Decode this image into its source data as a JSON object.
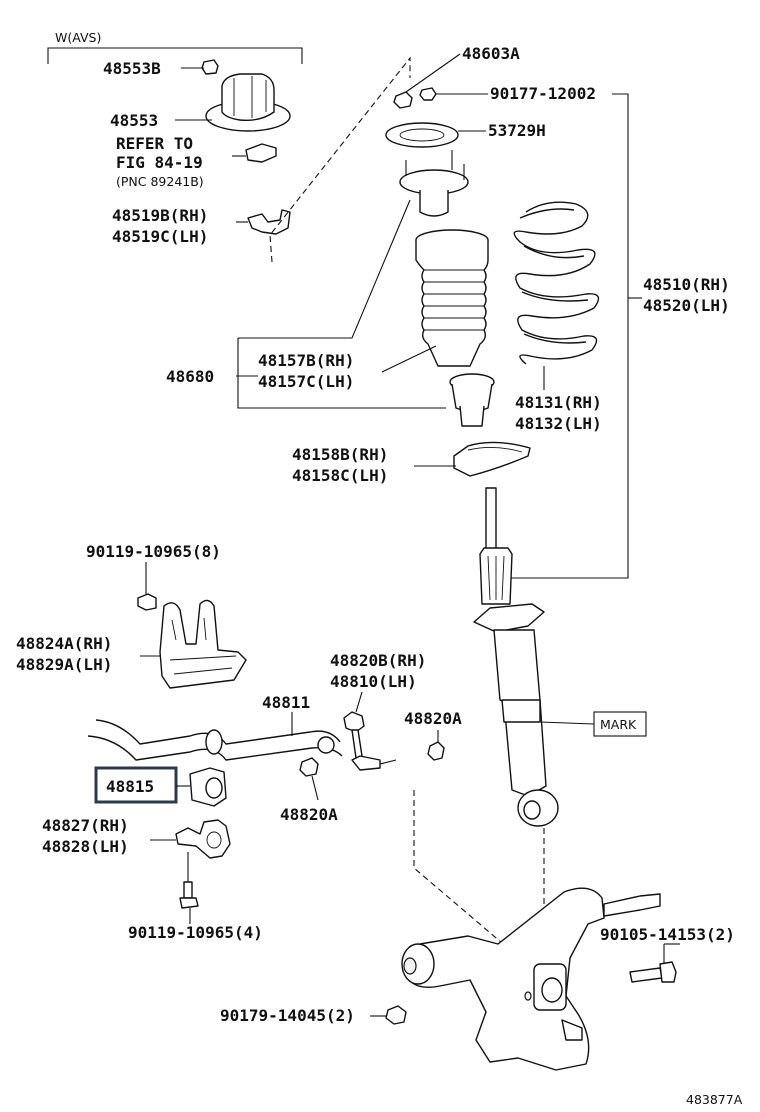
{
  "diagram_id": "483877A",
  "group_label": "W(AVS)",
  "labels": {
    "l48553B": "48553B",
    "l48553": "48553",
    "refer1": "REFER TO",
    "refer2": "FIG 84-19",
    "refer3": "(PNC 89241B)",
    "l48519B": "48519B(RH)",
    "l48519C": "48519C(LH)",
    "l48603A": "48603A",
    "l90177": "90177-12002",
    "l53729H": "53729H",
    "l48510": "48510(RH)",
    "l48520": "48520(LH)",
    "l48680": "48680",
    "l48157B": "48157B(RH)",
    "l48157C": "48157C(LH)",
    "l48131": "48131(RH)",
    "l48132": "48132(LH)",
    "l48158B": "48158B(RH)",
    "l48158C": "48158C(LH)",
    "l90119_8": "90119-10965(8)",
    "l48824A": "48824A(RH)",
    "l48829A": "48829A(LH)",
    "l48820B": "48820B(RH)",
    "l48810": "48810(LH)",
    "l48811": "48811",
    "l48820A_top": "48820A",
    "l48815": "48815",
    "l48820A_bot": "48820A",
    "mark": "MARK",
    "l48827": "48827(RH)",
    "l48828": "48828(LH)",
    "l90119_4": "90119-10965(4)",
    "l90105": "90105-14153(2)",
    "l90179": "90179-14045(2)"
  },
  "highlight_color": "#2b3a46"
}
